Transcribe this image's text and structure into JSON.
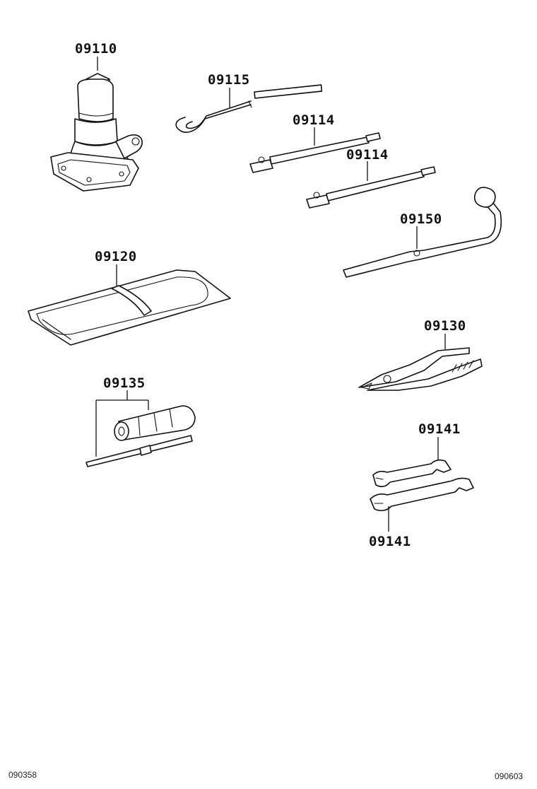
{
  "parts": [
    {
      "id": "jack",
      "label": "09110"
    },
    {
      "id": "hook-rod",
      "label": "09115"
    },
    {
      "id": "handle-upper",
      "label": "09114"
    },
    {
      "id": "handle-lower",
      "label": "09114"
    },
    {
      "id": "wheel-wrench",
      "label": "09150"
    },
    {
      "id": "tool-bag",
      "label": "09120"
    },
    {
      "id": "pliers",
      "label": "09130"
    },
    {
      "id": "screwdriver",
      "label": "09135"
    },
    {
      "id": "wrench-upper",
      "label": "09141"
    },
    {
      "id": "wrench-lower",
      "label": "09141"
    }
  ],
  "footer": {
    "left_code": "090358",
    "right_code": "090603"
  }
}
